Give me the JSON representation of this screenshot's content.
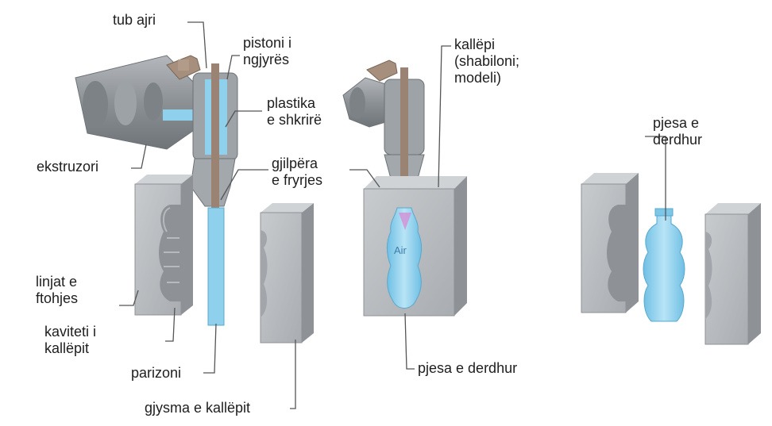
{
  "labels": {
    "tub_ajri": "tub ajri",
    "pistoni": [
      "pistoni i",
      "ngjyrës"
    ],
    "plastika": [
      "plastika",
      "e shkrirë"
    ],
    "ekstruzori": "ekstruzori",
    "gjilpera": [
      "gjilpëra",
      "e fryrjes"
    ],
    "linjat": [
      "linjat e",
      "ftohjes"
    ],
    "kaviteti": [
      "kaviteti i",
      "kallëpit"
    ],
    "parizoni": "parizoni",
    "gjysma": "gjysma e kallëpit",
    "kallepi": [
      "kallëpi",
      "(shabiloni;",
      "modeli)"
    ],
    "pjesa_mid": "pjesa e derdhur",
    "pjesa_right": [
      "pjesa e",
      "derdhur"
    ],
    "air": "Air"
  },
  "colors": {
    "mold": "#b9bcbf",
    "mold_dark": "#8e9296",
    "plastic": "#8fd0ec",
    "metal": "#9a8373",
    "extruder": "#a3a8ac"
  }
}
